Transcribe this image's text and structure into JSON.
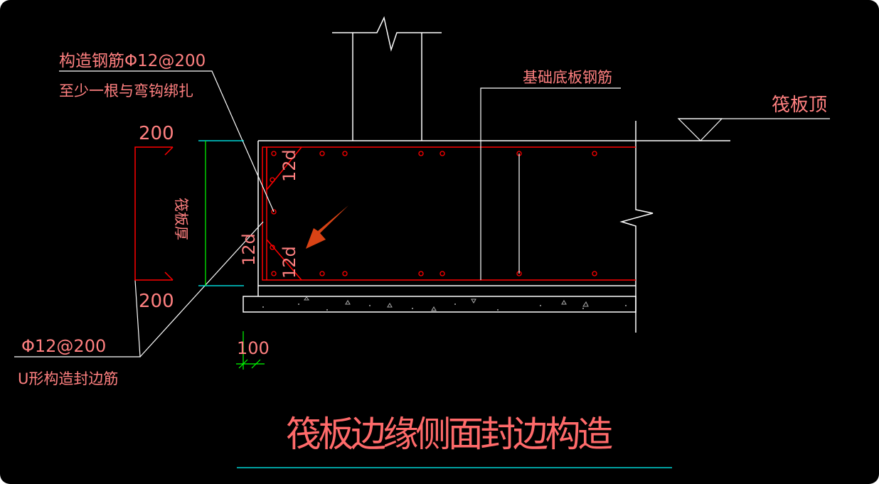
{
  "colors": {
    "background": "#000000",
    "outline": "#ffffff",
    "rebar": "#ff0000",
    "text": "#ff8080",
    "dimension": "#00ffff",
    "dim_tick": "#00ff00",
    "arrow": "#d84315"
  },
  "labels": {
    "structural_rebar": "构造钢筋Φ12@200",
    "tie_note": "至少一根与弯钩绑扎",
    "dim_top": "200",
    "dim_bottom": "200",
    "raft_thickness": "筏板厚",
    "lap_12d_a": "12d",
    "lap_12d_b": "12d",
    "lap_12d_c": "12d",
    "u_bar_spec": "Φ12@200",
    "u_bar_name": "U形构造封边筋",
    "dim_100": "100",
    "base_rebar": "基础底板钢筋",
    "raft_top": "筏板顶",
    "title": "筏板边缘侧面封边构造"
  }
}
